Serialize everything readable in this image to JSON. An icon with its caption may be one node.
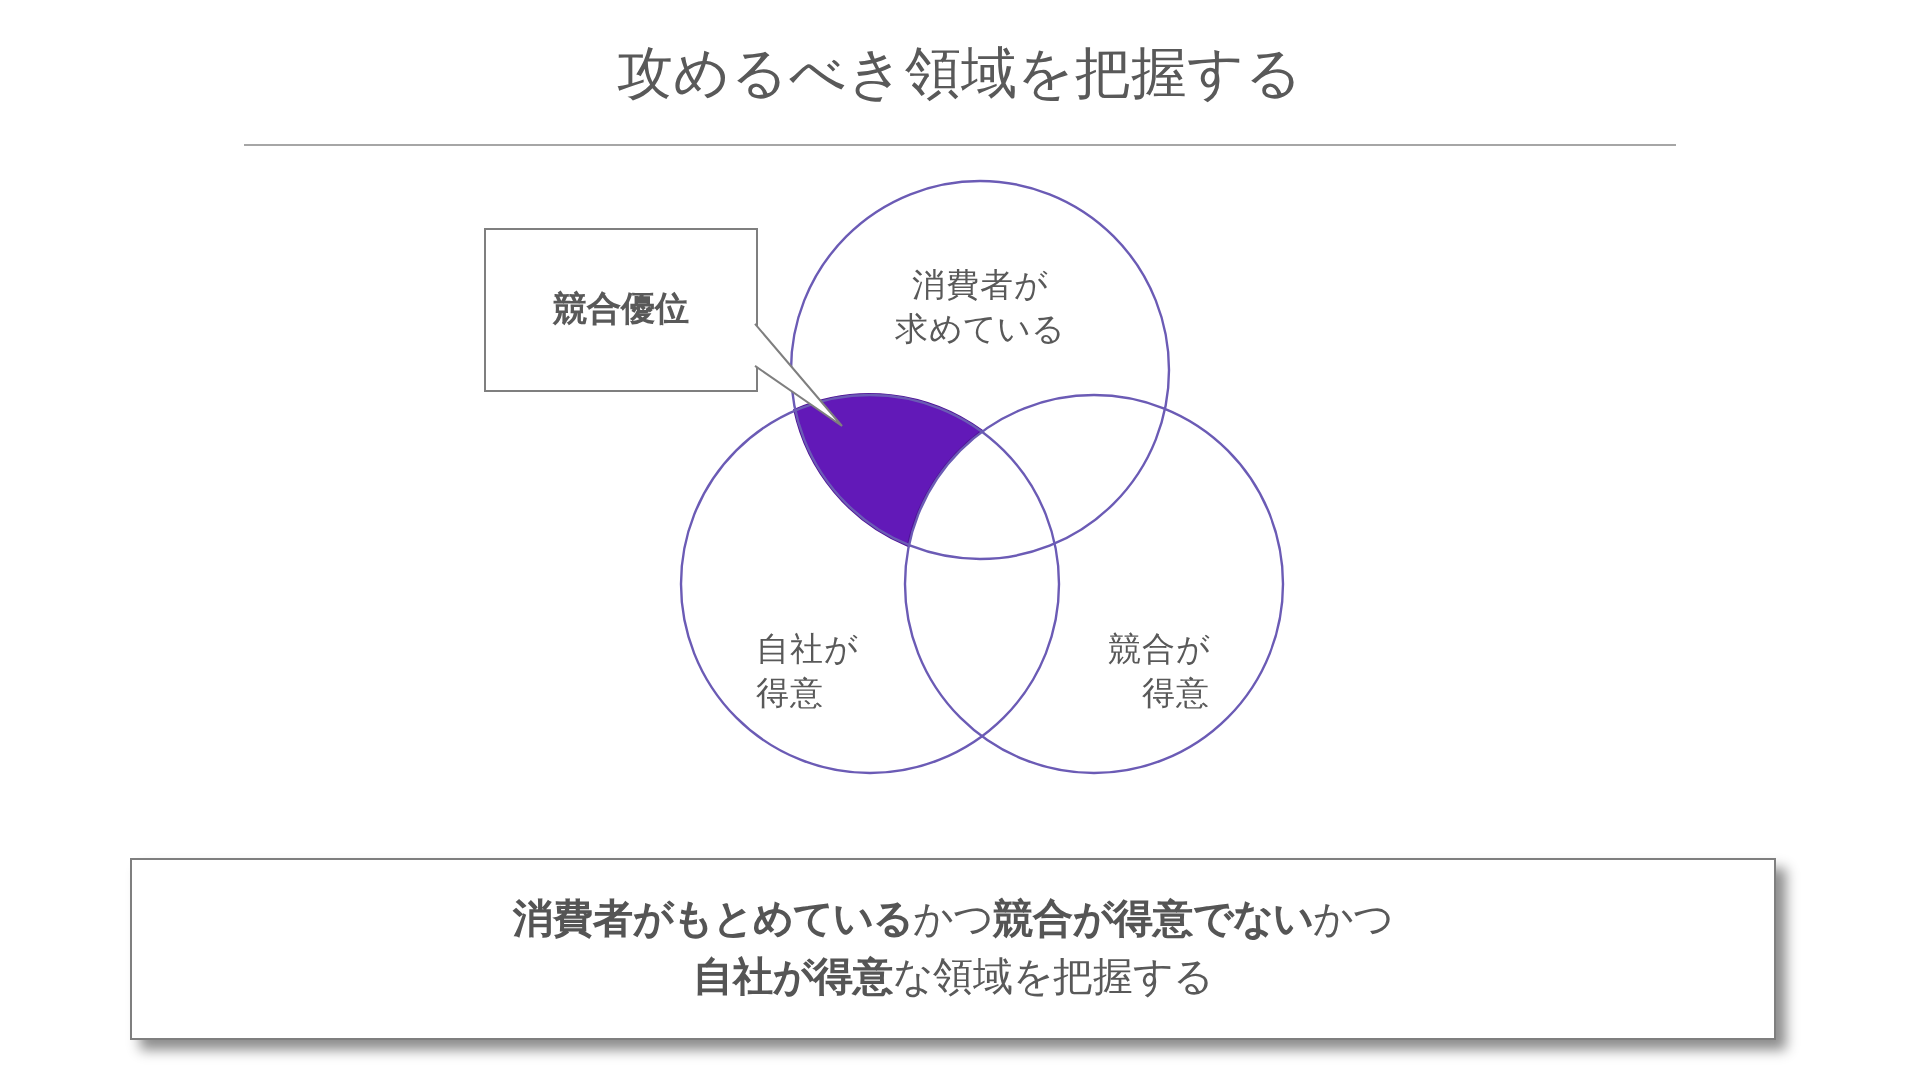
{
  "diagram": {
    "title": "攻めるべき領域を把握する",
    "nodes": [
      {
        "text": [
          "消費者が求めている"
        ]
      },
      {
        "text": [
          "競合優位"
        ]
      },
      {
        "text": [],
        "shape": "lens"
      },
      {
        "text": [
          "自社が得意"
        ]
      },
      {
        "text": [
          "競合が得意"
        ]
      },
      {
        "text": [
          "**消費者がもとめている**かつ**競合が得意でない**かつ**自社が得意**な領域を把握する"
        ]
      }
    ],
    "edges": [
      {
        "from": 1,
        "to": 2,
        "arrow": "none"
      }
    ]
  }
}
